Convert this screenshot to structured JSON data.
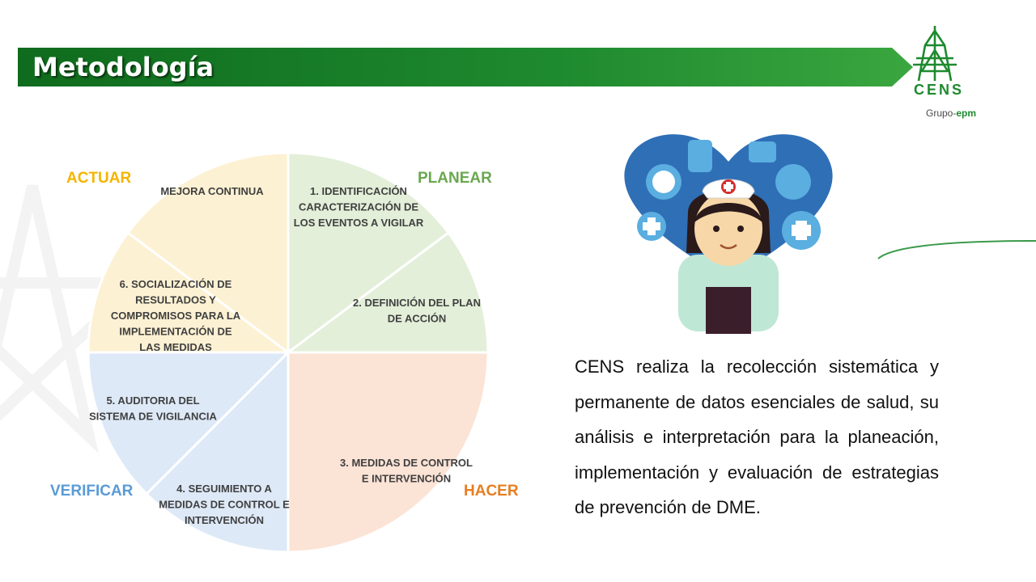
{
  "header": {
    "title": "Metodología",
    "banner_color": "#1e8a2f"
  },
  "logo": {
    "name": "CENS",
    "group_prefix": "Grupo-",
    "group_brand": "epm"
  },
  "cycle": {
    "phases": [
      {
        "id": "actuar",
        "label": "ACTUAR",
        "color": "#f5b400"
      },
      {
        "id": "planear",
        "label": "PLANEAR",
        "color": "#6aa84f"
      },
      {
        "id": "hacer",
        "label": "HACER",
        "color": "#e67e22"
      },
      {
        "id": "verificar",
        "label": "VERIFICAR",
        "color": "#5b9bd5"
      }
    ],
    "segments": [
      {
        "id": "identificacion",
        "lines": [
          "1. IDENTIFICACIÓN",
          "CARACTERIZACIÓN DE",
          "LOS EVENTOS A VIGILAR"
        ],
        "color": "#e3efd9"
      },
      {
        "id": "definicion",
        "lines": [
          "2. DEFINICIÓN DEL PLAN",
          "DE ACCIÓN"
        ],
        "color": "#e3efd9"
      },
      {
        "id": "medidas",
        "lines": [
          "3. MEDIDAS DE CONTROL",
          "E INTERVENCIÓN"
        ],
        "color": "#fbe3d6"
      },
      {
        "id": "seguimiento",
        "lines": [
          "4. SEGUIMIENTO A",
          "MEDIDAS DE CONTROL E",
          "INTERVENCIÓN"
        ],
        "color": "#dde9f7"
      },
      {
        "id": "auditoria",
        "lines": [
          "5. AUDITORIA DEL",
          "SISTEMA DE VIGILANCIA"
        ],
        "color": "#dde9f7"
      },
      {
        "id": "socializacion",
        "lines": [
          "6. SOCIALIZACIÓN DE",
          "RESULTADOS Y",
          "COMPROMISOS PARA LA",
          "IMPLEMENTACIÓN DE",
          "LAS MEDIDAS"
        ],
        "color": "#fdf1d3"
      },
      {
        "id": "mejora",
        "lines": [
          "MEJORA CONTINUA"
        ],
        "color": "#fdf1d3"
      }
    ]
  },
  "illustration": {
    "icon": "health-nurse-heart-icon"
  },
  "description": "CENS realiza la recolección sistemática y permanente de datos esenciales de salud, su análisis e interpretación para la planeación, implementación y evaluación de estrategias de prevención de DME."
}
